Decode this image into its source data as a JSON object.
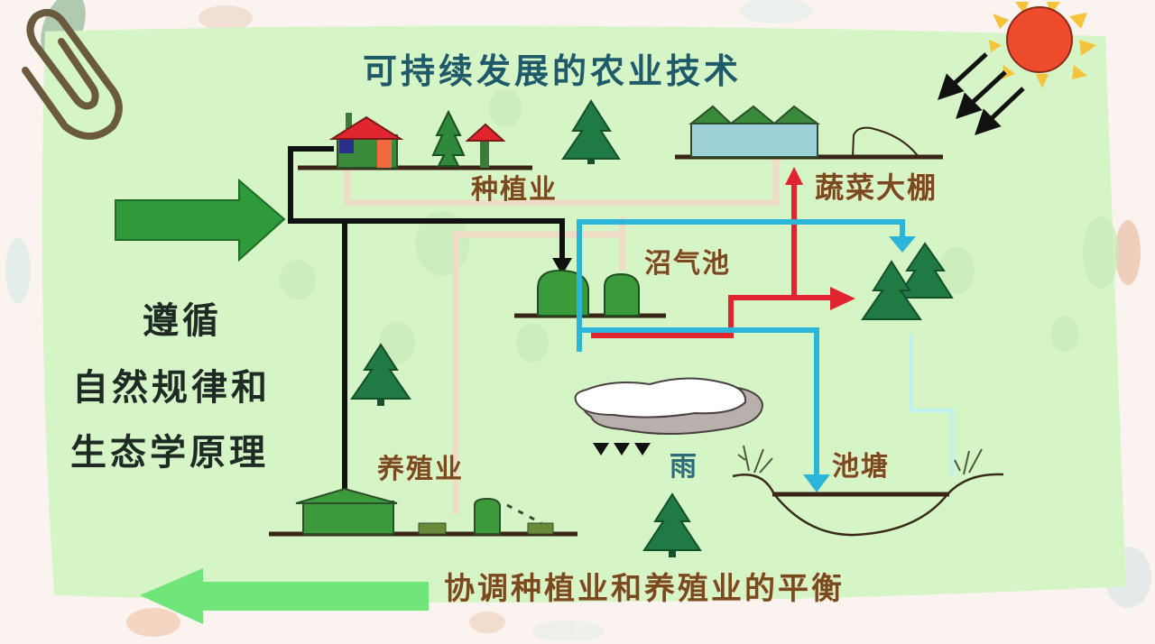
{
  "diagram": {
    "title": "可持续发展的农业技术",
    "left_principle": {
      "line1": "遵循",
      "line2": "自然规律和",
      "line3": "生态学原理"
    },
    "nodes": {
      "planting": "种植业",
      "greenhouse": "蔬菜大棚",
      "biogas": "沼气池",
      "breeding": "养殖业",
      "rain": "雨",
      "pond": "池塘"
    },
    "bottom_caption": "协调种植业和养殖业的平衡",
    "colors": {
      "panel_bg": "#d6f5c6",
      "page_bg": "#fbf3f0",
      "title": "#1f5a6a",
      "label_brown": "#7a4a1f",
      "flow_black": "#111111",
      "flow_red": "#e0252f",
      "flow_blue": "#2bb5d8",
      "flow_beige": "#efdcc6",
      "arrow_green_dark": "#2e9a3a",
      "arrow_green_light": "#6fe57a",
      "sun_red": "#ee4a2c",
      "sun_rays": "#f6c33a"
    },
    "icons": [
      "paperclip-icon",
      "sun-icon",
      "sunray-arrows-icon",
      "house-icon",
      "tree-icon",
      "mushroom-hut-icon",
      "greenhouse-icon",
      "biogas-tank-icon",
      "barn-icon",
      "cloud-icon",
      "rain-drops-icon",
      "pond-icon",
      "input-arrow-icon",
      "balance-arrow-icon"
    ]
  }
}
